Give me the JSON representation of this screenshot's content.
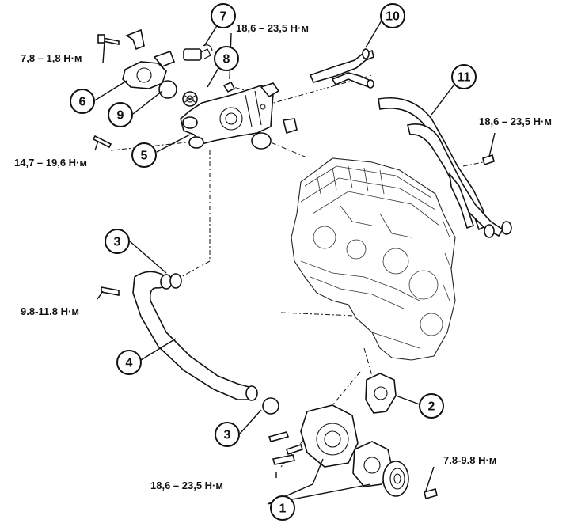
{
  "callouts": [
    {
      "label": "1"
    },
    {
      "label": "2"
    },
    {
      "label": "3"
    },
    {
      "label": "3"
    },
    {
      "label": "4"
    },
    {
      "label": "5"
    },
    {
      "label": "6"
    },
    {
      "label": "7"
    },
    {
      "label": "8"
    },
    {
      "label": "9"
    },
    {
      "label": "10"
    },
    {
      "label": "11"
    }
  ],
  "torques": [
    {
      "text": "7,8 – 1,8 Н·м"
    },
    {
      "text": "18,6 – 23,5 Н·м"
    },
    {
      "text": "18,6 – 23,5 Н·м"
    },
    {
      "text": "14,7 – 19,6 Н·м"
    },
    {
      "text": "9.8-11.8 Н·м"
    },
    {
      "text": "18,6 – 23,5 Н·м"
    },
    {
      "text": "7.8-9.8 Н·м"
    }
  ]
}
